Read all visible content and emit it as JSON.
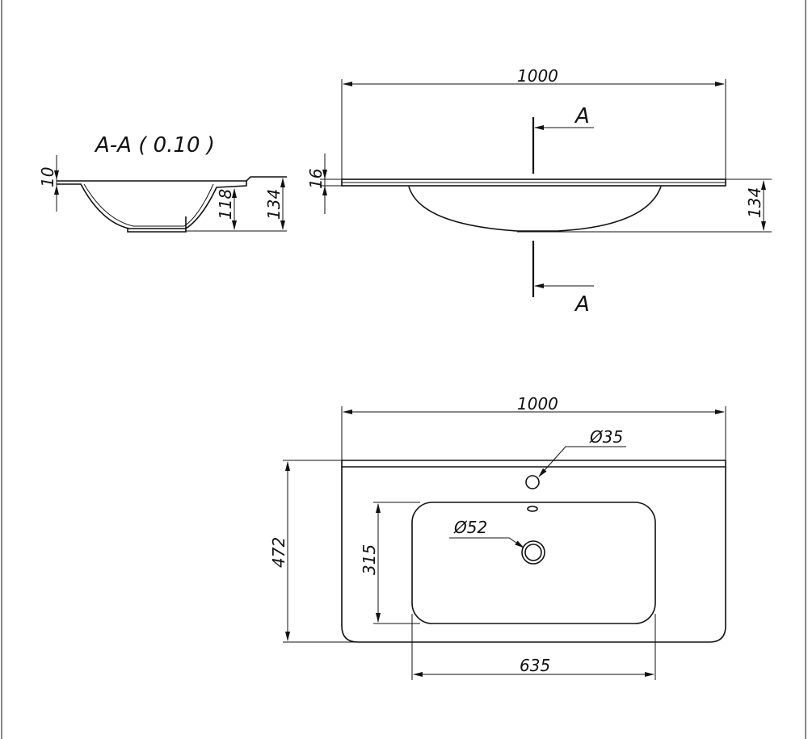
{
  "section_view": {
    "title": "A-A ( 0.10 )",
    "dim_rim": "10",
    "dim_basin_depth": "118",
    "dim_total_height": "134"
  },
  "front_view": {
    "dim_width": "1000",
    "dim_slab": "16",
    "dim_height": "134",
    "section_marker": "A"
  },
  "top_view": {
    "dim_width": "1000",
    "dim_depth": "472",
    "dim_basin_depth": "315",
    "dim_basin_width": "635",
    "faucet_hole": "Ø35",
    "drain_hole": "Ø52"
  }
}
